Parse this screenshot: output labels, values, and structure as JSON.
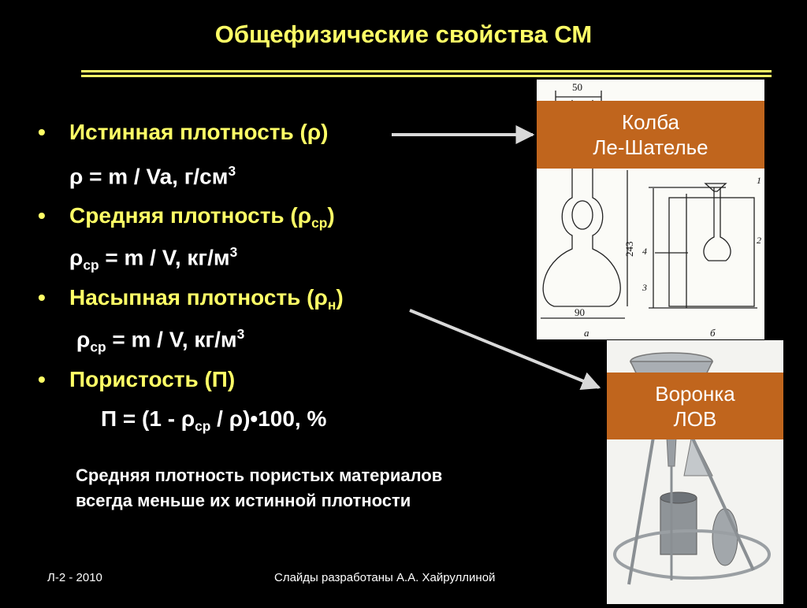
{
  "slide": {
    "title": "Общефизические свойства СМ",
    "colors": {
      "background": "#000000",
      "heading": "#ffff66",
      "text": "#ffffff",
      "label_box": "#c0651d"
    }
  },
  "bullets": [
    {
      "label": "Истинная плотность (ρ)",
      "formula": {
        "main": "ρ = m / Va, г/см",
        "sup": "3"
      }
    },
    {
      "label": {
        "main": "Средняя плотность (ρ",
        "sub": "ср",
        "end": ")"
      },
      "formula": {
        "rho": "ρ",
        "sub": "ср",
        "main": " = m / V, кг/м",
        "sup": "3"
      }
    },
    {
      "label": {
        "main": "Насыпная плотность (ρ",
        "sub": "н",
        "end": ")"
      },
      "formula": {
        "rho": "ρ",
        "sub": "ср",
        "main": " = m / V, кг/м",
        "sup": "3"
      }
    },
    {
      "label": "Пористость (П)",
      "formula": {
        "pre": "П = (1 - ρ",
        "sub": "ср",
        "post": " / ρ)•100, %"
      }
    }
  ],
  "note": {
    "line1": "Средняя плотность  пористых материалов",
    "line2": "всегда меньше их  истинной плотности"
  },
  "figure_flask": {
    "label_line1": "Колба",
    "label_line2": "Ле-Шателье",
    "dim_top": "50",
    "dim_height": "243",
    "dim_bottom": "90",
    "caption_a": "а",
    "caption_b": "б",
    "callouts": [
      "1",
      "2",
      "3",
      "4"
    ]
  },
  "figure_funnel": {
    "label_line1": "Воронка",
    "label_line2": "ЛОВ"
  },
  "footer": {
    "left": "Л-2 - 2010",
    "center": "Слайды разработаны   А.А. Хайруллиной"
  }
}
